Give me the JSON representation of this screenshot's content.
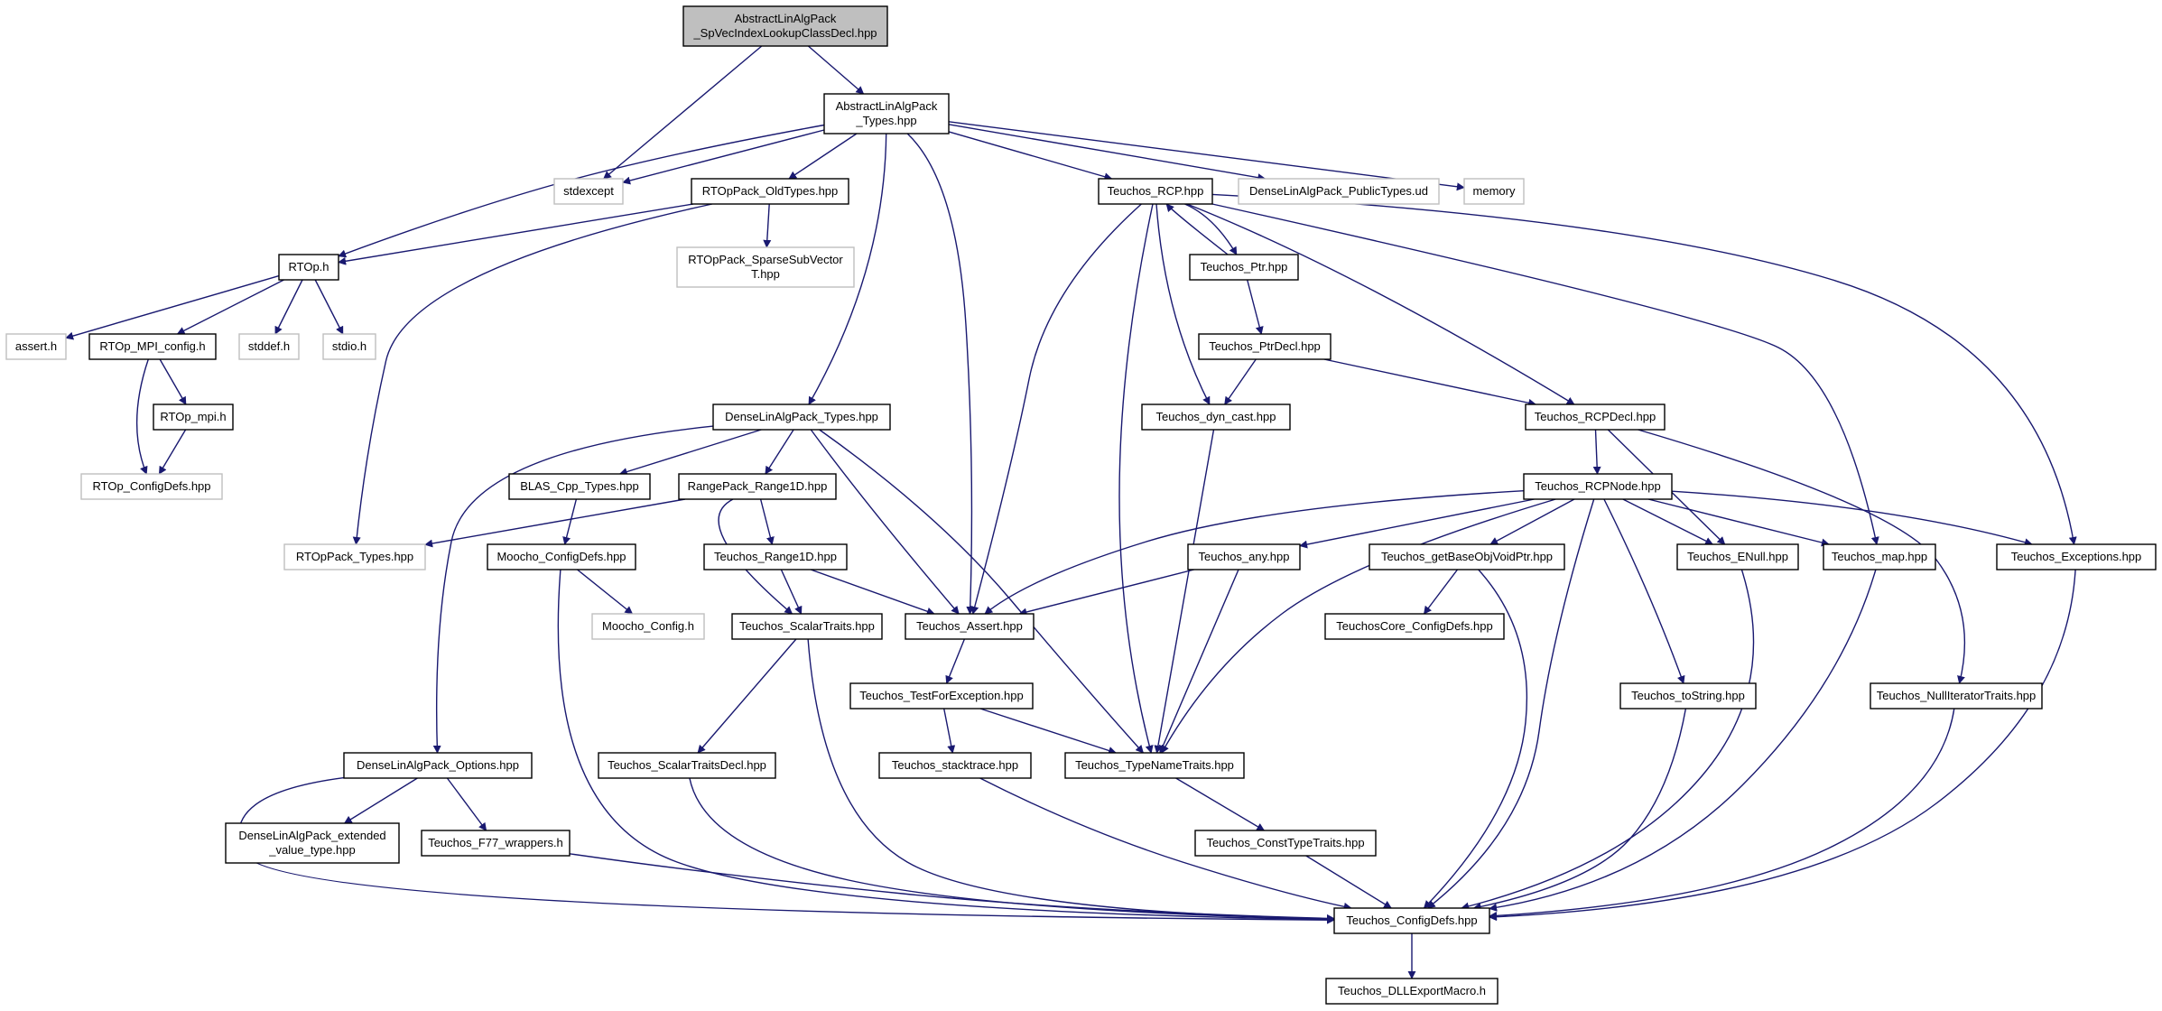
{
  "colors": {
    "edge": "#191970",
    "node_border": "#000000",
    "external_border": "#bfbfbf",
    "root_fill": "#bfbfbf",
    "node_fill": "#ffffff"
  },
  "nodes": [
    {
      "id": "root",
      "lines": [
        "AbstractLinAlgPack",
        "_SpVecIndexLookupClassDecl.hpp"
      ],
      "kind": "root"
    },
    {
      "id": "types",
      "lines": [
        "AbstractLinAlgPack",
        "_Types.hpp"
      ],
      "kind": "file"
    },
    {
      "id": "stdexcept",
      "lines": [
        "stdexcept"
      ],
      "kind": "external"
    },
    {
      "id": "rtop_old",
      "lines": [
        "RTOpPack_OldTypes.hpp"
      ],
      "kind": "file"
    },
    {
      "id": "teuchos_rcp",
      "lines": [
        "Teuchos_RCP.hpp"
      ],
      "kind": "file"
    },
    {
      "id": "dense_public",
      "lines": [
        "DenseLinAlgPack_PublicTypes.ud"
      ],
      "kind": "external"
    },
    {
      "id": "memory",
      "lines": [
        "memory"
      ],
      "kind": "external"
    },
    {
      "id": "rtop_h",
      "lines": [
        "RTOp.h"
      ],
      "kind": "file"
    },
    {
      "id": "rtop_sparse",
      "lines": [
        "RTOpPack_SparseSubVector",
        "T.hpp"
      ],
      "kind": "external"
    },
    {
      "id": "teuchos_ptr",
      "lines": [
        "Teuchos_Ptr.hpp"
      ],
      "kind": "file"
    },
    {
      "id": "assert_h",
      "lines": [
        "assert.h"
      ],
      "kind": "external"
    },
    {
      "id": "rtop_mpi_config",
      "lines": [
        "RTOp_MPI_config.h"
      ],
      "kind": "file"
    },
    {
      "id": "stddef_h",
      "lines": [
        "stddef.h"
      ],
      "kind": "external"
    },
    {
      "id": "stdio_h",
      "lines": [
        "stdio.h"
      ],
      "kind": "external"
    },
    {
      "id": "teuchos_ptrdecl",
      "lines": [
        "Teuchos_PtrDecl.hpp"
      ],
      "kind": "file"
    },
    {
      "id": "rtop_mpi_h",
      "lines": [
        "RTOp_mpi.h"
      ],
      "kind": "file"
    },
    {
      "id": "dense_types",
      "lines": [
        "DenseLinAlgPack_Types.hpp"
      ],
      "kind": "file"
    },
    {
      "id": "teuchos_dyncast",
      "lines": [
        "Teuchos_dyn_cast.hpp"
      ],
      "kind": "file"
    },
    {
      "id": "teuchos_rcpdecl",
      "lines": [
        "Teuchos_RCPDecl.hpp"
      ],
      "kind": "file"
    },
    {
      "id": "rtop_configdefs",
      "lines": [
        "RTOp_ConfigDefs.hpp"
      ],
      "kind": "external"
    },
    {
      "id": "blas_types",
      "lines": [
        "BLAS_Cpp_Types.hpp"
      ],
      "kind": "file"
    },
    {
      "id": "rangepack",
      "lines": [
        "RangePack_Range1D.hpp"
      ],
      "kind": "file"
    },
    {
      "id": "teuchos_rcpnode",
      "lines": [
        "Teuchos_RCPNode.hpp"
      ],
      "kind": "file"
    },
    {
      "id": "rtoppack_types",
      "lines": [
        "RTOpPack_Types.hpp"
      ],
      "kind": "external"
    },
    {
      "id": "moocho_configdefs",
      "lines": [
        "Moocho_ConfigDefs.hpp"
      ],
      "kind": "file"
    },
    {
      "id": "teuchos_range1d",
      "lines": [
        "Teuchos_Range1D.hpp"
      ],
      "kind": "file"
    },
    {
      "id": "teuchos_any",
      "lines": [
        "Teuchos_any.hpp"
      ],
      "kind": "file"
    },
    {
      "id": "teuchos_getbase",
      "lines": [
        "Teuchos_getBaseObjVoidPtr.hpp"
      ],
      "kind": "file"
    },
    {
      "id": "teuchos_enull",
      "lines": [
        "Teuchos_ENull.hpp"
      ],
      "kind": "file"
    },
    {
      "id": "teuchos_map",
      "lines": [
        "Teuchos_map.hpp"
      ],
      "kind": "file"
    },
    {
      "id": "teuchos_exceptions",
      "lines": [
        "Teuchos_Exceptions.hpp"
      ],
      "kind": "file"
    },
    {
      "id": "moocho_config",
      "lines": [
        "Moocho_Config.h"
      ],
      "kind": "external"
    },
    {
      "id": "teuchos_scalartraits",
      "lines": [
        "Teuchos_ScalarTraits.hpp"
      ],
      "kind": "file"
    },
    {
      "id": "teuchos_assert",
      "lines": [
        "Teuchos_Assert.hpp"
      ],
      "kind": "file"
    },
    {
      "id": "teuchoscore_configdefs",
      "lines": [
        "TeuchosCore_ConfigDefs.hpp"
      ],
      "kind": "file"
    },
    {
      "id": "teuchos_testforexc",
      "lines": [
        "Teuchos_TestForException.hpp"
      ],
      "kind": "file"
    },
    {
      "id": "teuchos_tostring",
      "lines": [
        "Teuchos_toString.hpp"
      ],
      "kind": "file"
    },
    {
      "id": "teuchos_nulliter",
      "lines": [
        "Teuchos_NullIteratorTraits.hpp"
      ],
      "kind": "file"
    },
    {
      "id": "dense_options",
      "lines": [
        "DenseLinAlgPack_Options.hpp"
      ],
      "kind": "file"
    },
    {
      "id": "teuchos_scalartraitsdecl",
      "lines": [
        "Teuchos_ScalarTraitsDecl.hpp"
      ],
      "kind": "file"
    },
    {
      "id": "teuchos_stacktrace",
      "lines": [
        "Teuchos_stacktrace.hpp"
      ],
      "kind": "file"
    },
    {
      "id": "teuchos_typenametraits",
      "lines": [
        "Teuchos_TypeNameTraits.hpp"
      ],
      "kind": "file"
    },
    {
      "id": "dense_extended",
      "lines": [
        "DenseLinAlgPack_extended",
        "_value_type.hpp"
      ],
      "kind": "file"
    },
    {
      "id": "teuchos_f77",
      "lines": [
        "Teuchos_F77_wrappers.h"
      ],
      "kind": "file"
    },
    {
      "id": "teuchos_consttype",
      "lines": [
        "Teuchos_ConstTypeTraits.hpp"
      ],
      "kind": "file"
    },
    {
      "id": "teuchos_configdefs",
      "lines": [
        "Teuchos_ConfigDefs.hpp"
      ],
      "kind": "file"
    },
    {
      "id": "teuchos_dllexport",
      "lines": [
        "Teuchos_DLLExportMacro.h"
      ],
      "kind": "file"
    }
  ],
  "edges": [
    [
      "root",
      "types"
    ],
    [
      "root",
      "stdexcept"
    ],
    [
      "types",
      "stdexcept"
    ],
    [
      "types",
      "rtop_old"
    ],
    [
      "types",
      "rtop_h"
    ],
    [
      "types",
      "teuchos_rcp"
    ],
    [
      "types",
      "dense_public"
    ],
    [
      "types",
      "memory"
    ],
    [
      "types",
      "dense_types"
    ],
    [
      "types",
      "teuchos_assert"
    ],
    [
      "rtop_old",
      "rtop_h"
    ],
    [
      "rtop_old",
      "rtop_sparse"
    ],
    [
      "rtop_old",
      "rtoppack_types"
    ],
    [
      "rtop_h",
      "assert_h"
    ],
    [
      "rtop_h",
      "rtop_mpi_config"
    ],
    [
      "rtop_h",
      "stddef_h"
    ],
    [
      "rtop_h",
      "stdio_h"
    ],
    [
      "rtop_mpi_config",
      "rtop_mpi_h"
    ],
    [
      "rtop_mpi_config",
      "rtop_configdefs"
    ],
    [
      "rtop_mpi_h",
      "rtop_configdefs"
    ],
    [
      "teuchos_rcp",
      "teuchos_ptr"
    ],
    [
      "teuchos_ptr",
      "teuchos_rcp"
    ],
    [
      "teuchos_ptr",
      "teuchos_ptrdecl"
    ],
    [
      "teuchos_rcp",
      "teuchos_dyncast"
    ],
    [
      "teuchos_rcp",
      "teuchos_rcpdecl"
    ],
    [
      "teuchos_rcp",
      "teuchos_assert"
    ],
    [
      "teuchos_rcp",
      "teuchos_typenametraits"
    ],
    [
      "teuchos_rcp",
      "teuchos_map"
    ],
    [
      "teuchos_rcp",
      "teuchos_exceptions"
    ],
    [
      "teuchos_ptrdecl",
      "teuchos_dyncast"
    ],
    [
      "teuchos_ptrdecl",
      "teuchos_rcpdecl"
    ],
    [
      "teuchos_dyncast",
      "teuchos_typenametraits"
    ],
    [
      "teuchos_rcpdecl",
      "teuchos_rcpnode"
    ],
    [
      "teuchos_rcpdecl",
      "teuchos_enull"
    ],
    [
      "teuchos_rcpdecl",
      "teuchos_nulliter"
    ],
    [
      "dense_types",
      "blas_types"
    ],
    [
      "dense_types",
      "rangepack"
    ],
    [
      "dense_types",
      "dense_options"
    ],
    [
      "dense_types",
      "teuchos_assert"
    ],
    [
      "dense_types",
      "teuchos_typenametraits"
    ],
    [
      "blas_types",
      "moocho_configdefs"
    ],
    [
      "rangepack",
      "rtoppack_types"
    ],
    [
      "rangepack",
      "teuchos_range1d"
    ],
    [
      "rangepack",
      "teuchos_scalartraits"
    ],
    [
      "moocho_configdefs",
      "moocho_config"
    ],
    [
      "moocho_configdefs",
      "teuchos_configdefs"
    ],
    [
      "teuchos_range1d",
      "teuchos_scalartraits"
    ],
    [
      "teuchos_range1d",
      "teuchos_assert"
    ],
    [
      "teuchos_rcpnode",
      "teuchos_assert"
    ],
    [
      "teuchos_rcpnode",
      "teuchos_any"
    ],
    [
      "teuchos_rcpnode",
      "teuchos_getbase"
    ],
    [
      "teuchos_rcpnode",
      "teuchos_enull"
    ],
    [
      "teuchos_rcpnode",
      "teuchos_map"
    ],
    [
      "teuchos_rcpnode",
      "teuchos_exceptions"
    ],
    [
      "teuchos_rcpnode",
      "teuchos_typenametraits"
    ],
    [
      "teuchos_rcpnode",
      "teuchos_tostring"
    ],
    [
      "teuchos_rcpnode",
      "teuchos_configdefs"
    ],
    [
      "teuchos_any",
      "teuchos_assert"
    ],
    [
      "teuchos_any",
      "teuchos_typenametraits"
    ],
    [
      "teuchos_getbase",
      "teuchoscore_configdefs"
    ],
    [
      "teuchos_getbase",
      "teuchos_configdefs"
    ],
    [
      "teuchos_enull",
      "teuchos_configdefs"
    ],
    [
      "teuchos_map",
      "teuchos_configdefs"
    ],
    [
      "teuchos_exceptions",
      "teuchos_configdefs"
    ],
    [
      "teuchos_scalartraits",
      "teuchos_scalartraitsdecl"
    ],
    [
      "teuchos_scalartraits",
      "teuchos_configdefs"
    ],
    [
      "teuchos_assert",
      "teuchos_testforexc"
    ],
    [
      "teuchos_testforexc",
      "teuchos_stacktrace"
    ],
    [
      "teuchos_testforexc",
      "teuchos_typenametraits"
    ],
    [
      "teuchos_tostring",
      "teuchos_configdefs"
    ],
    [
      "teuchos_nulliter",
      "teuchos_configdefs"
    ],
    [
      "dense_options",
      "dense_extended"
    ],
    [
      "dense_options",
      "teuchos_f77"
    ],
    [
      "dense_options",
      "teuchos_configdefs"
    ],
    [
      "teuchos_scalartraitsdecl",
      "teuchos_configdefs"
    ],
    [
      "teuchos_stacktrace",
      "teuchos_configdefs"
    ],
    [
      "teuchos_typenametraits",
      "teuchos_consttype"
    ],
    [
      "teuchos_f77",
      "teuchos_configdefs"
    ],
    [
      "teuchos_consttype",
      "teuchos_configdefs"
    ],
    [
      "teuchos_configdefs",
      "teuchos_dllexport"
    ]
  ]
}
